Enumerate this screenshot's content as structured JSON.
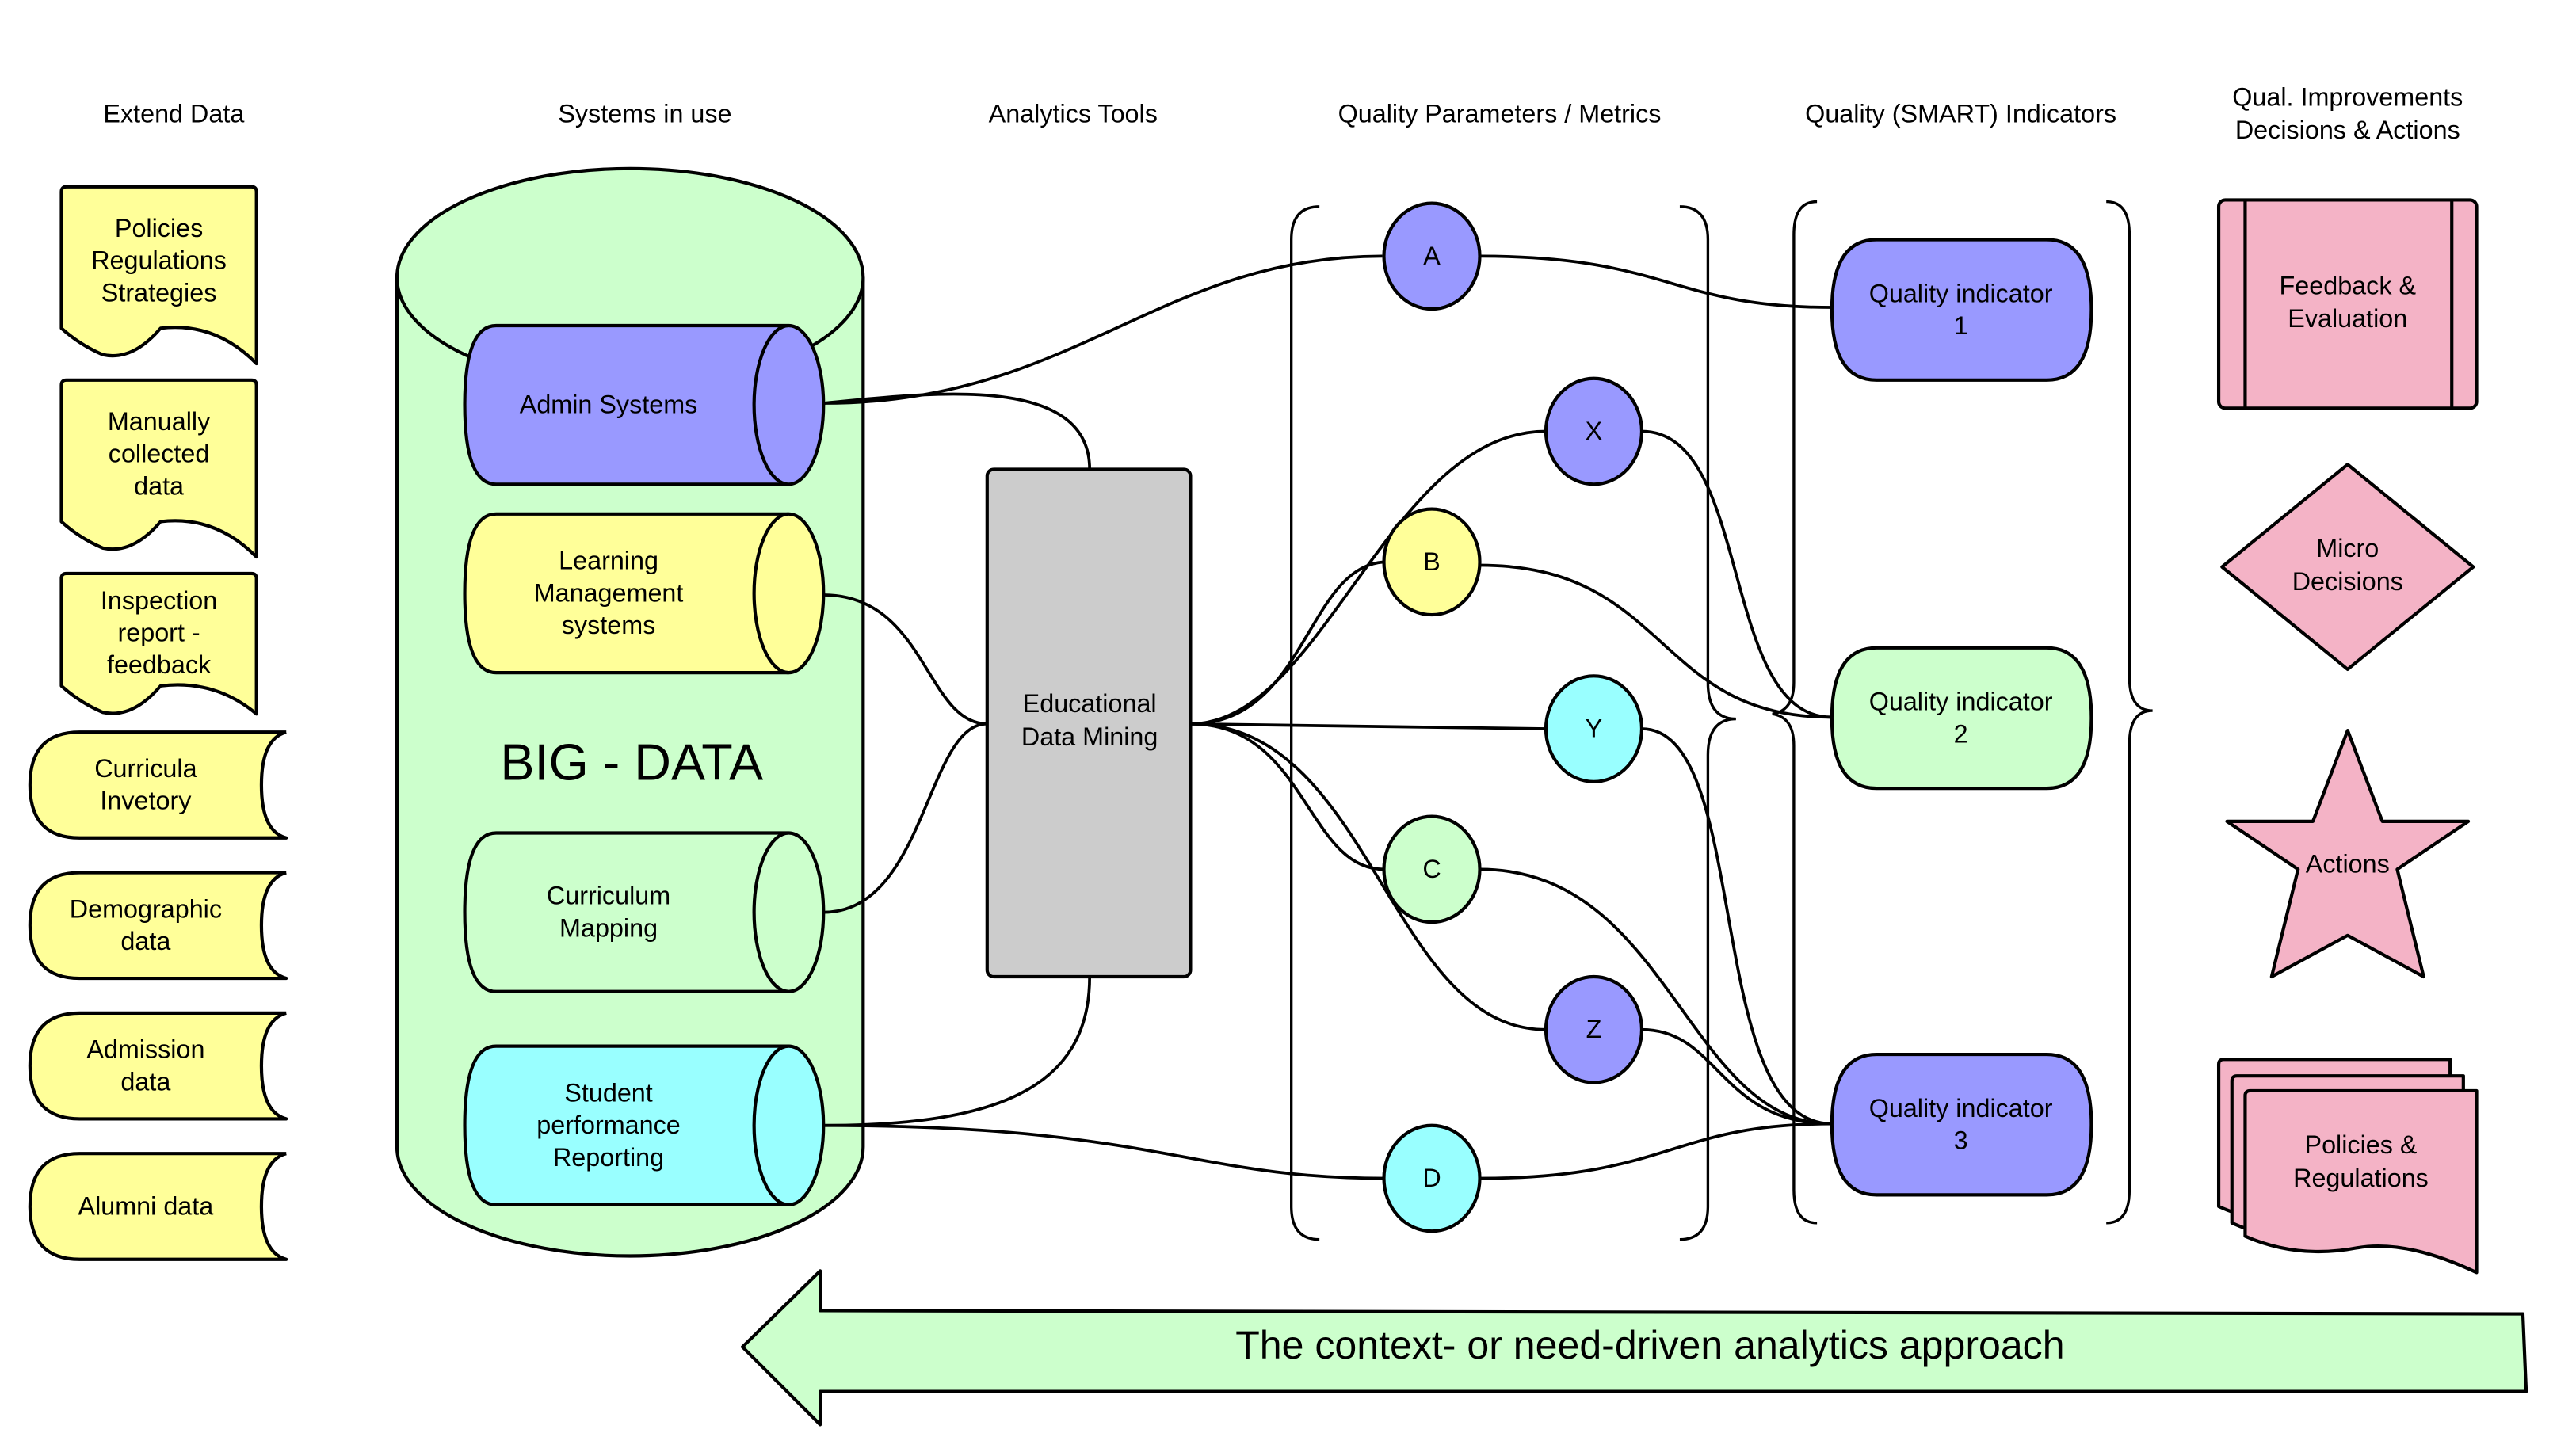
{
  "colors": {
    "yellow": "#ffff99",
    "green": "#ccffcc",
    "purple": "#9999ff",
    "cyan": "#99ffff",
    "gray": "#cccccc",
    "pink": "#f4b3c6"
  },
  "headers": {
    "extend_data": "Extend Data",
    "systems": "Systems in use",
    "analytics": "Analytics Tools",
    "parameters": "Quality Parameters / Metrics",
    "indicators": "Quality (SMART) Indicators",
    "improvements": [
      "Qual. Improvements",
      "Decisions & Actions"
    ]
  },
  "extend_documents": [
    {
      "lines": [
        "Policies",
        "Regulations",
        "Strategies"
      ]
    },
    {
      "lines": [
        "Manually",
        "collected",
        "data"
      ]
    },
    {
      "lines": [
        "Inspection",
        "report -",
        "feedback"
      ]
    }
  ],
  "extend_stores": [
    {
      "lines": [
        "Curricula",
        "Invetory"
      ]
    },
    {
      "lines": [
        "Demographic",
        "data"
      ]
    },
    {
      "lines": [
        "Admission",
        "data"
      ]
    },
    {
      "lines": [
        "Alumni data"
      ]
    }
  ],
  "big_data": {
    "label": "BIG - DATA",
    "systems": [
      {
        "lines": [
          "Admin Systems"
        ],
        "color": "#9999ff"
      },
      {
        "lines": [
          "Learning",
          "Management",
          "systems"
        ],
        "color": "#ffff99"
      },
      {
        "lines": [
          "Curriculum",
          "Mapping"
        ],
        "color": "#ccffcc"
      },
      {
        "lines": [
          "Student",
          "performance",
          "Reporting"
        ],
        "color": "#99ffff"
      }
    ]
  },
  "analytics_tool": {
    "lines": [
      "Educational",
      "Data Mining"
    ]
  },
  "parameters": [
    {
      "id": "A",
      "label": "A",
      "color": "#9999ff"
    },
    {
      "id": "X",
      "label": "X",
      "color": "#9999ff"
    },
    {
      "id": "B",
      "label": "B",
      "color": "#ffff99"
    },
    {
      "id": "Y",
      "label": "Y",
      "color": "#99ffff"
    },
    {
      "id": "C",
      "label": "C",
      "color": "#ccffcc"
    },
    {
      "id": "Z",
      "label": "Z",
      "color": "#9999ff"
    },
    {
      "id": "D",
      "label": "D",
      "color": "#99ffff"
    }
  ],
  "indicators": [
    {
      "lines": [
        "Quality indicator",
        "1"
      ],
      "color": "#9999ff"
    },
    {
      "lines": [
        "Quality indicator",
        "2"
      ],
      "color": "#ccffcc"
    },
    {
      "lines": [
        "Quality indicator",
        "3"
      ],
      "color": "#9999ff"
    }
  ],
  "improvements": {
    "feedback": [
      "Feedback &",
      "Evaluation"
    ],
    "micro_decisions": [
      "Micro",
      "Decisions"
    ],
    "actions": [
      "Actions"
    ],
    "policies": [
      "Policies &",
      "Regulations"
    ]
  },
  "connections": [
    {
      "from": "Admin Systems",
      "to": "A"
    },
    {
      "from": "Admin Systems",
      "to": "Educational Data Mining"
    },
    {
      "from": "Learning Management systems",
      "to": "Educational Data Mining"
    },
    {
      "from": "Curriculum Mapping",
      "to": "Educational Data Mining"
    },
    {
      "from": "Student performance Reporting",
      "to": "Educational Data Mining"
    },
    {
      "from": "Student performance Reporting",
      "to": "D"
    },
    {
      "from": "Educational Data Mining",
      "to": "X"
    },
    {
      "from": "Educational Data Mining",
      "to": "B"
    },
    {
      "from": "Educational Data Mining",
      "to": "Y"
    },
    {
      "from": "Educational Data Mining",
      "to": "C"
    },
    {
      "from": "Educational Data Mining",
      "to": "Z"
    },
    {
      "from": "A",
      "to": "Quality indicator 1"
    },
    {
      "from": "X",
      "to": "Quality indicator 2"
    },
    {
      "from": "B",
      "to": "Quality indicator 2"
    },
    {
      "from": "Y",
      "to": "Quality indicator 3"
    },
    {
      "from": "C",
      "to": "Quality indicator 3"
    },
    {
      "from": "Z",
      "to": "Quality indicator 3"
    },
    {
      "from": "D",
      "to": "Quality indicator 3"
    }
  ],
  "bottom_arrow": {
    "label": "The context- or need-driven analytics approach"
  }
}
